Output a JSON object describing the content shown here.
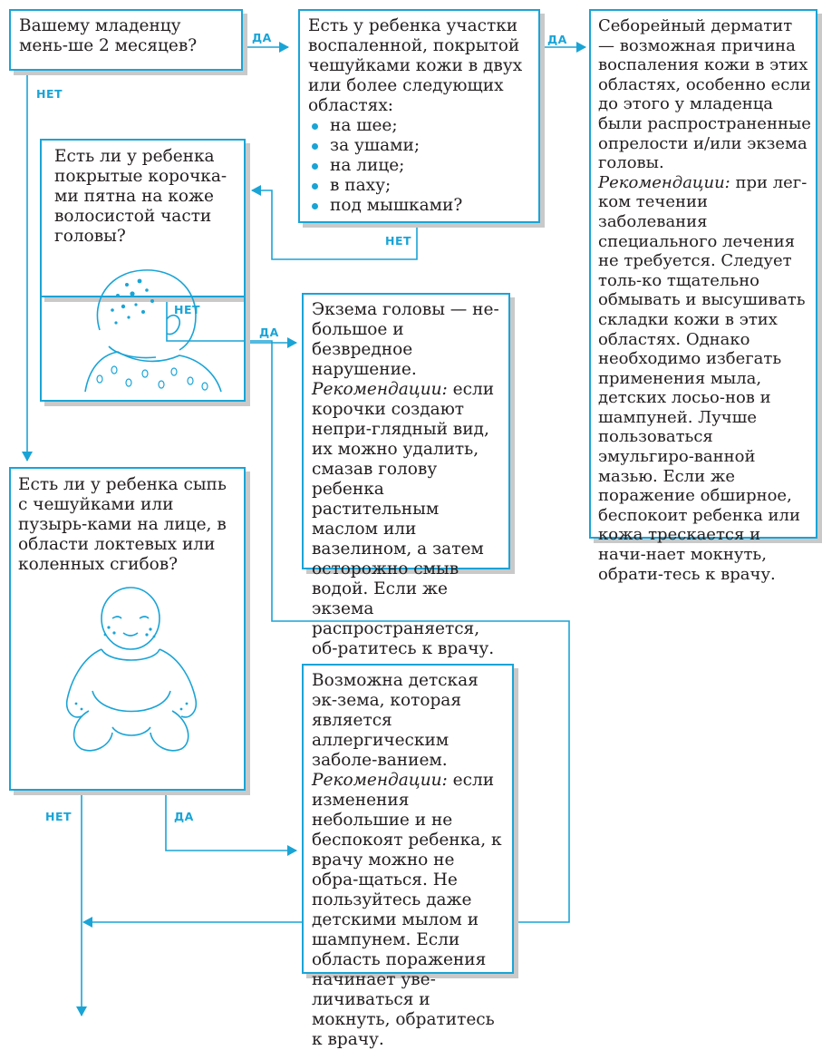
{
  "colors": {
    "accent": "#1aa4d6",
    "shadow": "#c9c9c9",
    "text": "#231f20"
  },
  "q1": {
    "text": "Вашему младенцу мень-ше 2 месяцев?"
  },
  "q2": {
    "text": "Есть у ребенка участки воспаленной, покрытой чешуйками кожи в двух или более следующих областях:",
    "items": [
      "на шее;",
      "за ушами;",
      "на лице;",
      "в паху;",
      "под мышками?"
    ]
  },
  "r1": {
    "text": "Себорейный дерматит — возможная причина воспаления кожи в этих областях, особенно если до этого у младенца были распространенные опрелости и/или экзема головы.",
    "rec_label": "Рекомендации:",
    "rec_text": "при лег-ком течении заболевания специального лечения не требуется. Следует толь-ко тщательно обмывать и высушивать складки кожи в этих областях. Однако необходимо избегать применения мыла, детских лосьо-нов и шампуней. Лучше пользоваться эмульгиро-ванной мазью. Если же поражение обширное, беспокоит ребенка или кожа трескается и начи-нает мокнуть, обрати-тесь к врачу."
  },
  "q3": {
    "text": "Есть ли у ребенка покрытые корочка-ми пятна на коже волосистой части головы?"
  },
  "r2": {
    "text": "Экзема головы — не-большое и безвредное нарушение.",
    "rec_label": "Рекомендации:",
    "rec_text": "если корочки создают непри-глядный вид, их можно удалить, смазав голову ребенка растительным маслом или вазелином, а затем осторожно смыв водой. Если же экзема распространяется, об-ратитесь к врачу."
  },
  "q4": {
    "text": "Есть ли у ребенка сыпь с чешуйками или пузырь-ками на лице, в области локтевых или коленных сгибов?"
  },
  "r3": {
    "text": "Возможна детская эк-зема, которая является аллергическим заболе-ванием.",
    "rec_label": "Рекомендации:",
    "rec_text": "если изменения небольшие и не беспокоят ребенка, к врачу можно не обра-щаться. Не пользуйтесь даже детскими мылом и шампунем. Если область поражения начинает уве-личиваться и мокнуть, обратитесь к врачу."
  },
  "labels": {
    "yes": "ДА",
    "no": "НЕТ"
  }
}
